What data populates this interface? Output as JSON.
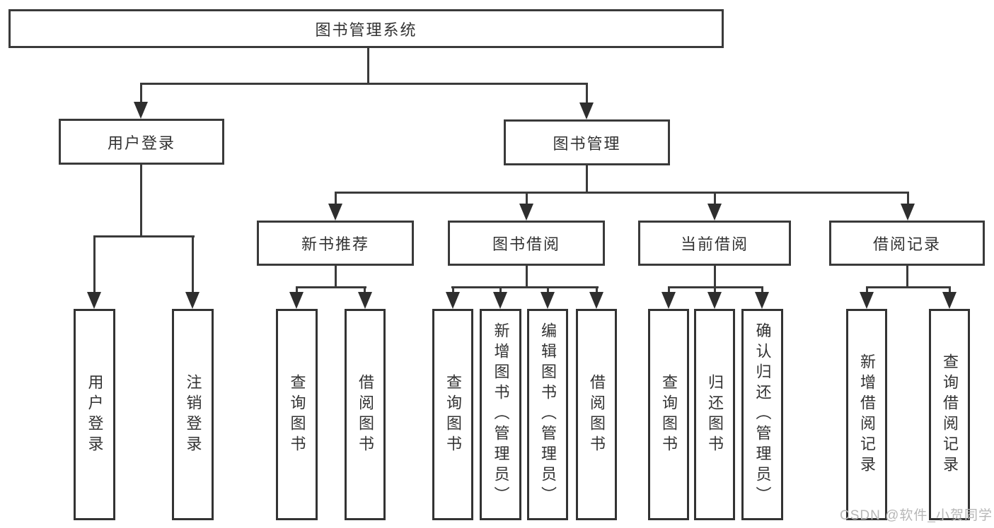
{
  "colors": {
    "line": "#3a3a3a",
    "text": "#333333",
    "background": "#ffffff",
    "watermark": "#b7b7b7"
  },
  "watermark": {
    "text": "CSDN @软件_小贺同学"
  },
  "tree": {
    "label": "图书管理系统",
    "children": [
      {
        "label": "用户登录",
        "children": [
          {
            "label": "用户登录"
          },
          {
            "label": "注销登录"
          }
        ]
      },
      {
        "label": "图书管理",
        "children": [
          {
            "label": "新书推荐",
            "children": [
              {
                "label": "查询图书"
              },
              {
                "label": "借阅图书"
              }
            ]
          },
          {
            "label": "图书借阅",
            "children": [
              {
                "label": "查询图书"
              },
              {
                "label": "新增图书（管理员）"
              },
              {
                "label": "编辑图书（管理员）"
              },
              {
                "label": "借阅图书"
              }
            ]
          },
          {
            "label": "当前借阅",
            "children": [
              {
                "label": "查询图书"
              },
              {
                "label": "归还图书"
              },
              {
                "label": "确认归还（管理员）"
              }
            ]
          },
          {
            "label": "借阅记录",
            "children": [
              {
                "label": "新增借阅记录"
              },
              {
                "label": "查询借阅记录"
              }
            ]
          }
        ]
      }
    ]
  }
}
